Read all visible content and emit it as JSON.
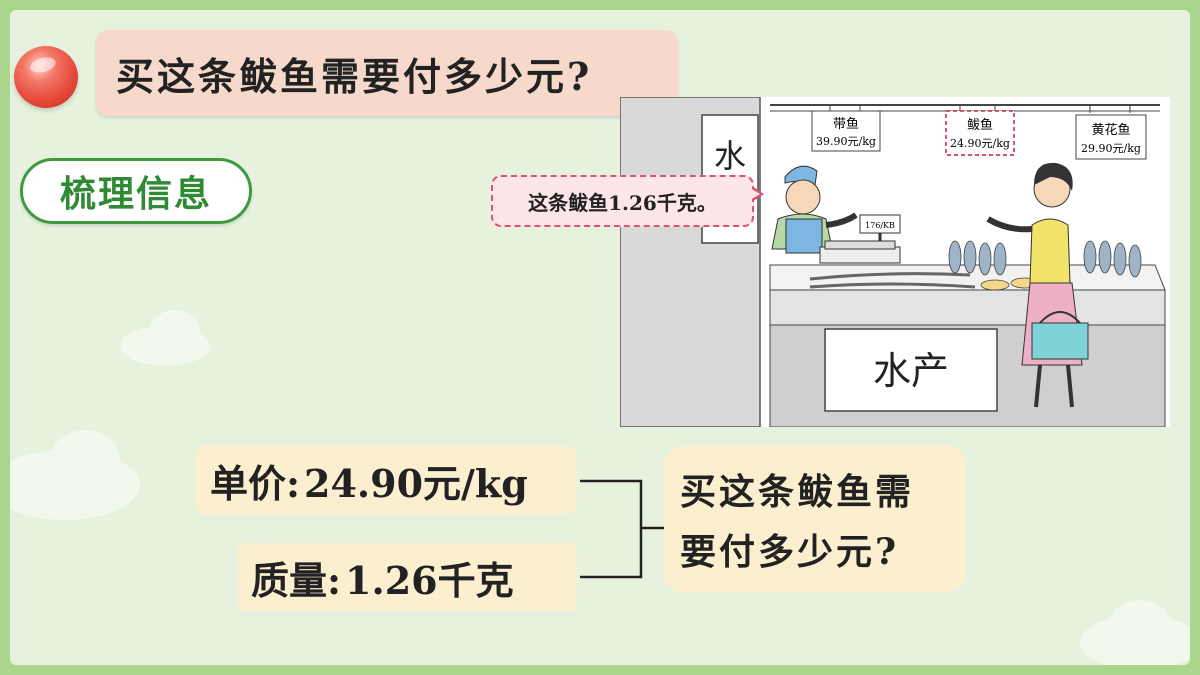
{
  "title": "买这条鲅鱼需要付多少元?",
  "tag_label": "梳理信息",
  "illustration": {
    "speech": "这条鲅鱼1.26千克。",
    "price_tags": [
      {
        "name": "带鱼",
        "price": "39.90元/kg",
        "highlighted": false
      },
      {
        "name": "鲅鱼",
        "price": "24.90元/kg",
        "highlighted": true
      },
      {
        "name": "黄花鱼",
        "price": "29.90元/kg",
        "highlighted": false
      }
    ],
    "wall_sign": "水",
    "counter_sign": "水产",
    "scale_display": "176/KB"
  },
  "info": {
    "unit_price_label": "单价:",
    "unit_price_value": "24.90元/kg",
    "weight_label": "质量:",
    "weight_value": "1.26千克"
  },
  "question": {
    "line1": "买这条鲅鱼需",
    "line2": "要付多少元?"
  },
  "colors": {
    "border_green": "#a9d68c",
    "slide_bg": "#e7f2de",
    "title_bg": "#f6d9ca",
    "tag_border": "#3f9a3e",
    "info_bg": "#fbefcf",
    "highlight": "#d9566f"
  }
}
